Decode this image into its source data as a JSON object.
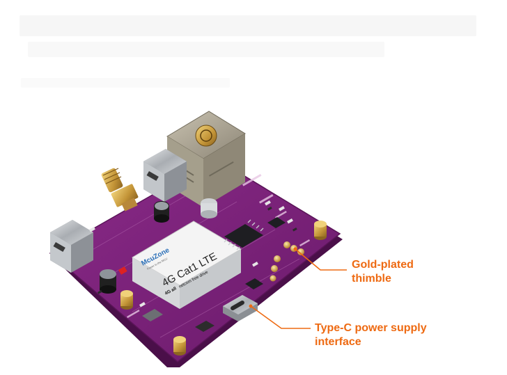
{
  "callouts": {
    "gold_plated_thimble": {
      "line1": "Gold-plated",
      "line2": "thimble"
    },
    "type_c_power": {
      "line1": "Type-C power supply",
      "line2": "interface"
    }
  },
  "module": {
    "brand": "McuZone",
    "tagline": "Power to the MCU",
    "model": "4G Cat1 LTE",
    "sub": "4G all",
    "note": "netcom free drive"
  },
  "colors": {
    "pcb": "#7a1f7a",
    "pcb_edge": "#5a1458",
    "callout": "#ee6a12",
    "gold": "#c9a24a",
    "silver": "#b9bcc0"
  }
}
